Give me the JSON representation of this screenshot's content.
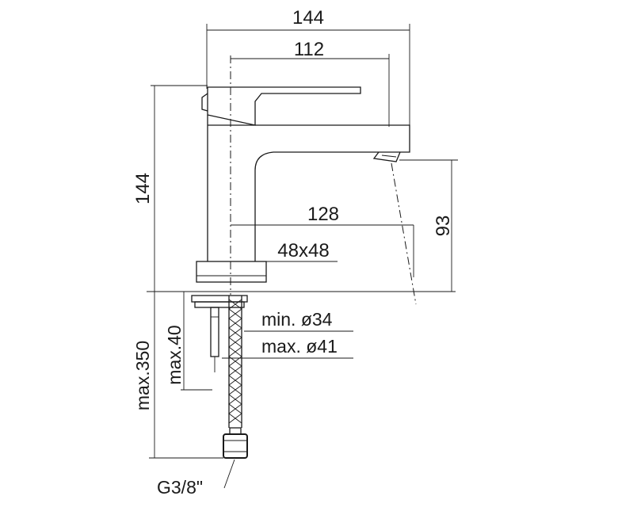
{
  "dimensions": {
    "overall_width": "144",
    "lever_length": "112",
    "height": "144",
    "spout_reach": "128",
    "spout_height": "93",
    "base_size": "48x48",
    "hole_min": "min. ø34",
    "hole_max": "max. ø41",
    "hose_length": "max.350",
    "deck_thickness": "max.40",
    "connection": "G3/8\""
  }
}
